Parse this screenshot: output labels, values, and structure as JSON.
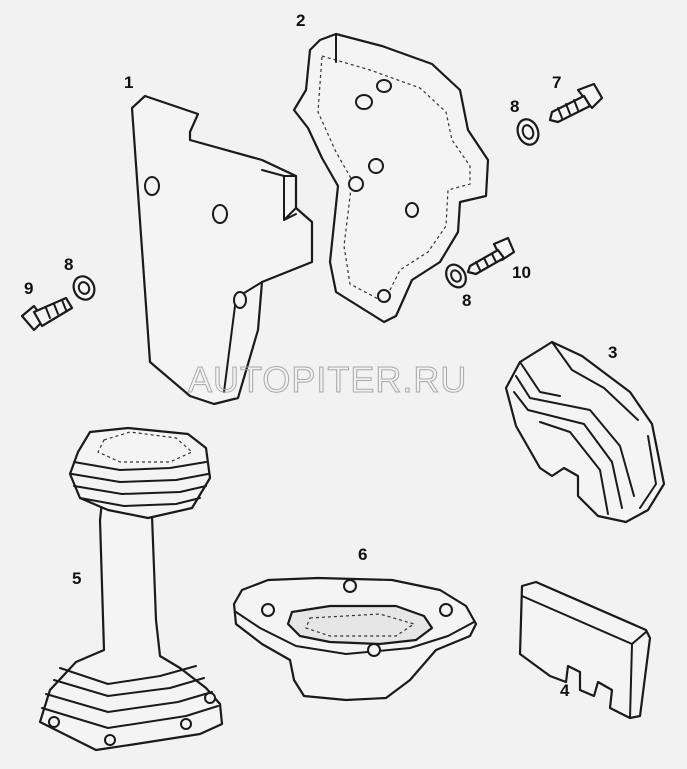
{
  "parts": [
    {
      "id": "1"
    },
    {
      "id": "2"
    },
    {
      "id": "3"
    },
    {
      "id": "4"
    },
    {
      "id": "5"
    },
    {
      "id": "6"
    },
    {
      "id": "7"
    },
    {
      "id": "8"
    },
    {
      "id": "8"
    },
    {
      "id": "9"
    },
    {
      "id": "10"
    }
  ],
  "watermark": "AUTOPITER.RU"
}
